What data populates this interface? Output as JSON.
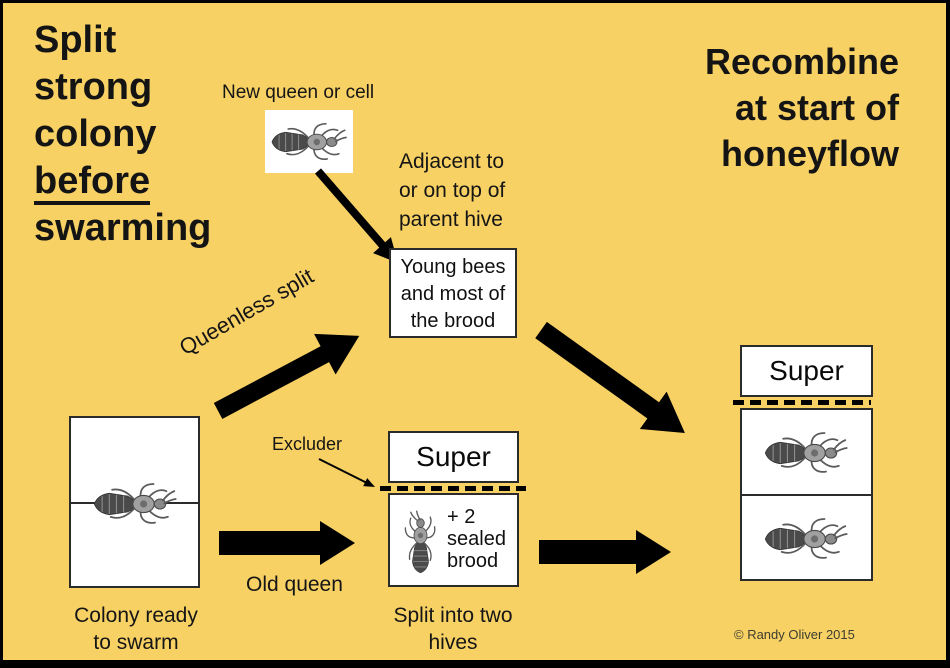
{
  "colors": {
    "background": "#F7D164",
    "arrow": "#000000",
    "box_bg": "#FFFFFF",
    "box_border": "#2B2B2B",
    "text": "#141414"
  },
  "titles": {
    "split_lines": [
      "Split",
      "strong",
      "colony",
      "before",
      "swarming"
    ],
    "split_underlined_word": "before",
    "recombine_lines": [
      "Recombine",
      "at start of",
      "honeyflow"
    ]
  },
  "labels": {
    "new_queen": "New queen or cell",
    "adjacent": "Adjacent to\nor on top of\nparent hive",
    "queenless_split": "Queenless split",
    "old_queen": "Old queen",
    "excluder": "Excluder",
    "colony_ready": "Colony ready\nto swarm",
    "split_into": "Split into two\nhives"
  },
  "boxes": {
    "young_bees": "Young bees\nand most of\nthe brood",
    "super_mid": "Super",
    "super_right": "Super",
    "plus_brood": "+ 2\nsealed\nbrood"
  },
  "icons": {
    "queen_bee": "queen-bee-icon"
  },
  "copyright": "© Randy Oliver 2015"
}
